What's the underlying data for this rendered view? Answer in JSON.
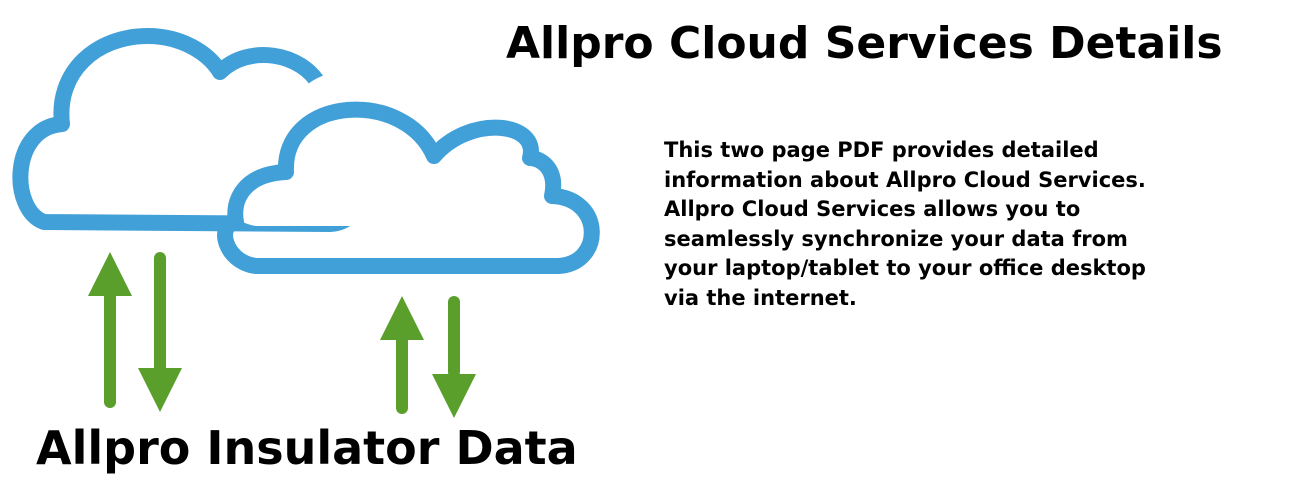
{
  "title": "Allpro Cloud Services Details",
  "description_lines": [
    "This two page PDF provides detailed",
    "information about Allpro Cloud Services.",
    "Allpro Cloud Services allows you to",
    "seamlessly synchronize your data from",
    "your laptop/tablet to your office desktop",
    "via the internet."
  ],
  "bottom_label": "Allpro Insulator Data",
  "colors": {
    "cloud_outline": "#42a0d8",
    "arrow": "#5a9e2c",
    "text": "#000000"
  },
  "icons": {
    "clouds": "cloud-icon",
    "arrows": "up-down-arrows-icon"
  }
}
